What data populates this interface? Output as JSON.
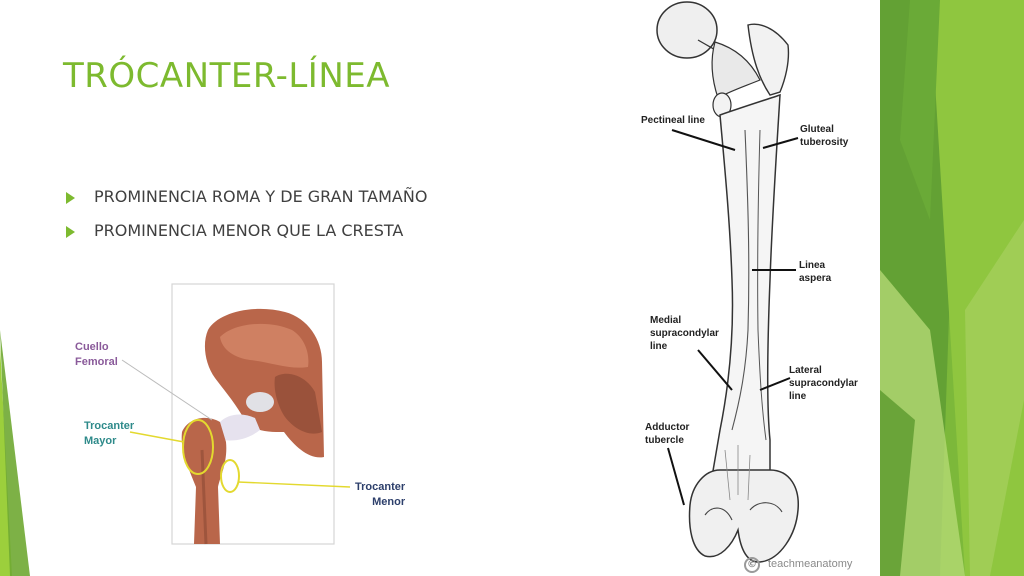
{
  "slide": {
    "title": "TRÓCANTER-LÍNEA",
    "bullets": [
      "PROMINENCIA ROMA Y DE GRAN TAMAÑO",
      "PROMINENCIA MENOR QUE LA CRESTA"
    ]
  },
  "hip_figure": {
    "labels": {
      "cuello_femoral": "Cuello\nFemoral",
      "trocanter_mayor": "Trocanter\nMayor",
      "trocanter_menor": "Trocanter\nMenor"
    }
  },
  "femur_figure": {
    "labels": {
      "pectineal_line": "Pectineal line",
      "gluteal_tuberosity": "Gluteal\ntuberosity",
      "linea_aspera": "Linea\naspera",
      "medial_supracondylar": "Medial\nsupracondylar\nline",
      "lateral_supracondylar": "Lateral\nsupracondylar\nline",
      "adductor_tubercle": "Adductor\ntubercle"
    },
    "watermark": "teachmeanatomy"
  },
  "colors": {
    "accent_green": "#7dba2f",
    "text_gray": "#404040",
    "label_purple": "#8a5a9a",
    "label_teal": "#2e8a8a",
    "label_navy": "#2d3f6b"
  }
}
